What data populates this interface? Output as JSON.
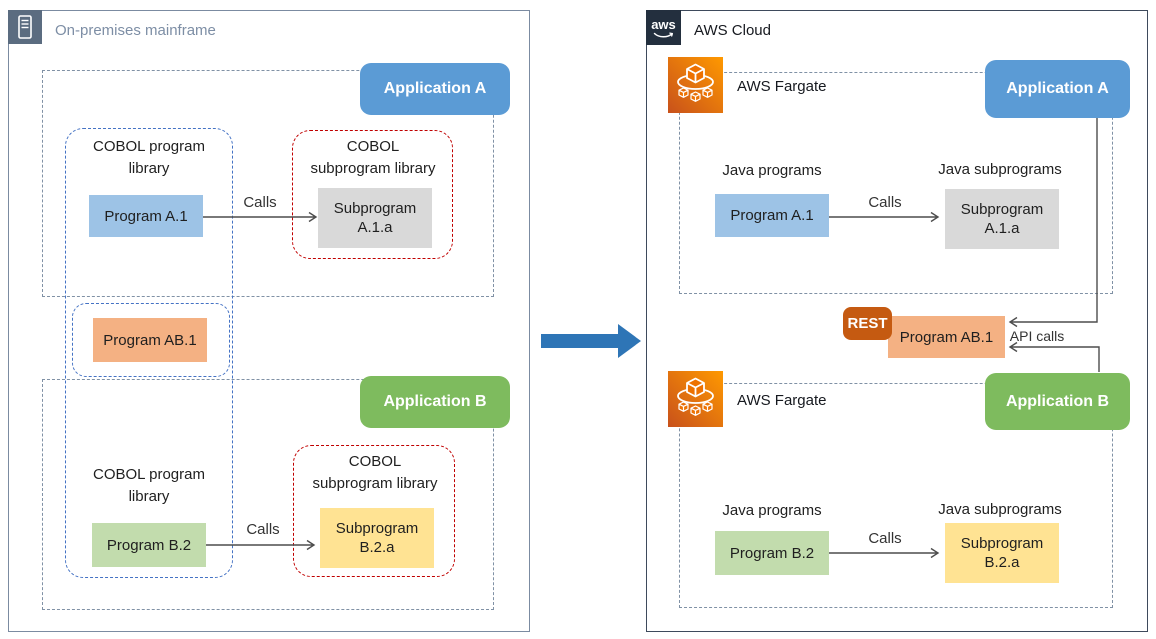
{
  "colors": {
    "app_a_blue": "#5b9bd5",
    "app_b_green": "#7ebb5e",
    "program_blue": "#9dc3e6",
    "subprogram_gray": "#d9d9d9",
    "program_orange": "#f4b183",
    "program_green": "#c2dcad",
    "subprogram_yellow": "#ffe393",
    "rest_orange": "#c55a11",
    "migration_arrow_blue": "#2e75b6",
    "blue_dashed_border": "#4472c4",
    "red_dashed_border": "#c00000",
    "gray_dashed_border": "#8091a5",
    "aws_dark": "#232f3e",
    "fargate_orange_start": "#c8511b",
    "fargate_orange_end": "#ff9900"
  },
  "left_panel": {
    "title": "On-premises mainframe",
    "app_a": {
      "label": "Application A",
      "program_library_title": "COBOL program library",
      "program": "Program A.1",
      "calls_label": "Calls",
      "subprogram_library_title": "COBOL subprogram library",
      "subprogram": "Subprogram A.1.a"
    },
    "shared_program": "Program AB.1",
    "app_b": {
      "label": "Application B",
      "program_library_title": "COBOL program library",
      "program": "Program B.2",
      "calls_label": "Calls",
      "subprogram_library_title": "COBOL subprogram library",
      "subprogram": "Subprogram B.2.a"
    }
  },
  "right_panel": {
    "title": "AWS Cloud",
    "aws_logo_text": "aws",
    "app_a": {
      "fargate_label": "AWS Fargate",
      "label": "Application A",
      "programs_title": "Java programs",
      "program": "Program A.1",
      "calls_label": "Calls",
      "subprograms_title": "Java subprograms",
      "subprogram": "Subprogram A.1.a"
    },
    "rest_label": "REST",
    "shared_program": "Program AB.1",
    "api_calls_label": "API calls",
    "app_b": {
      "fargate_label": "AWS Fargate",
      "label": "Application B",
      "programs_title": "Java programs",
      "program": "Program B.2",
      "calls_label": "Calls",
      "subprograms_title": "Java subprograms",
      "subprogram": "Subprogram B.2.a"
    }
  }
}
